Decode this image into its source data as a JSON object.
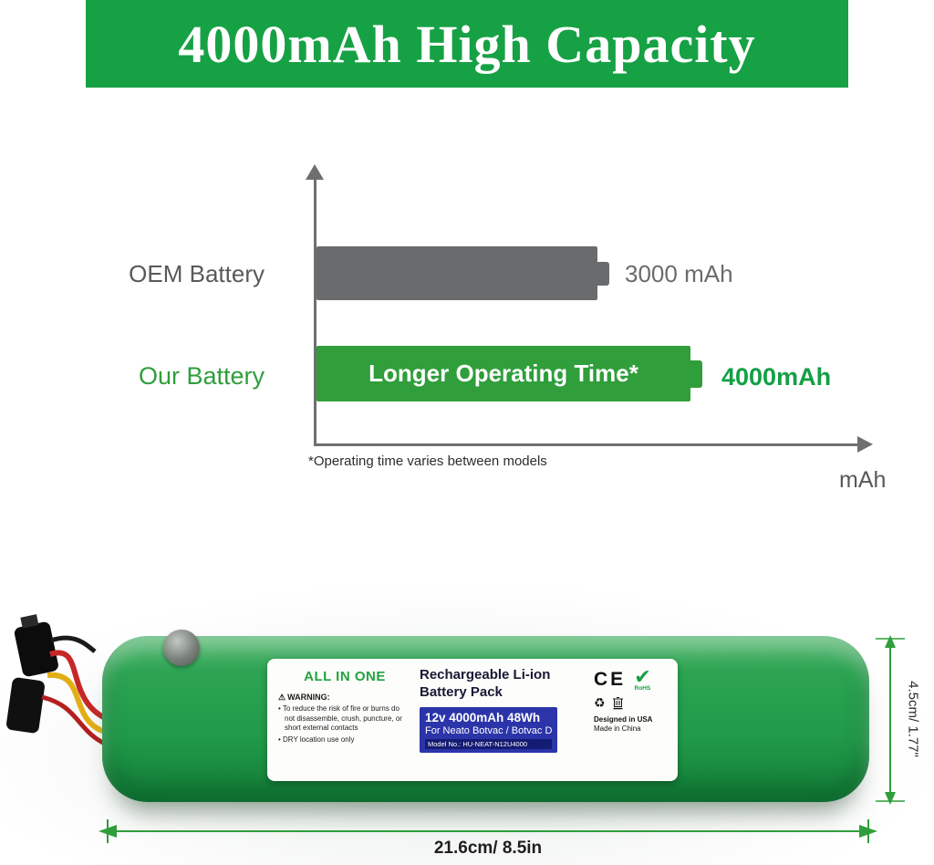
{
  "header": {
    "title": "4000mAh High Capacity"
  },
  "colors": {
    "brand_green": "#17A145",
    "bar_gray": "#6A6B6D",
    "bar_green": "#2F9E3B",
    "spec_blue": "#2B34A8"
  },
  "chart_data": {
    "type": "bar",
    "orientation": "horizontal",
    "categories": [
      "OEM Battery",
      "Our Battery"
    ],
    "values": [
      3000,
      4000
    ],
    "value_labels": [
      "3000 mAh",
      "4000mAh"
    ],
    "bar_colors": [
      "#6A6B6D",
      "#2F9E3B"
    ],
    "bar_inner_label": "Longer Operating Time*",
    "footnote": "*Operating time varies between models",
    "xlabel": "mAh",
    "xlim": [
      0,
      4800
    ],
    "grid": false,
    "legend": "none"
  },
  "icons": {
    "warning": "⚠",
    "check": "✔",
    "recycle": "♻"
  },
  "product": {
    "label": {
      "brand": "ALL IN ONE",
      "title_line1": "Rechargeable Li-ion",
      "title_line2": "Battery Pack",
      "warning_title": "WARNING:",
      "warning_lines": [
        "To reduce the risk of fire or burns do not disassemble, crush, puncture, or short external contacts",
        "DRY location use only"
      ],
      "spec_line1": "12v 4000mAh 48Wh",
      "spec_line2": "For Neato Botvac / Botvac D",
      "spec_line3": "Model No.: HU-NEAT-N12U4000",
      "ce": "CE",
      "rohs": "RoHS",
      "designed": "Designed in USA",
      "made": "Made in China"
    },
    "dims": {
      "height_label": "4.5cm/ 1.77\"",
      "width_label": "21.6cm/ 8.5in"
    }
  }
}
